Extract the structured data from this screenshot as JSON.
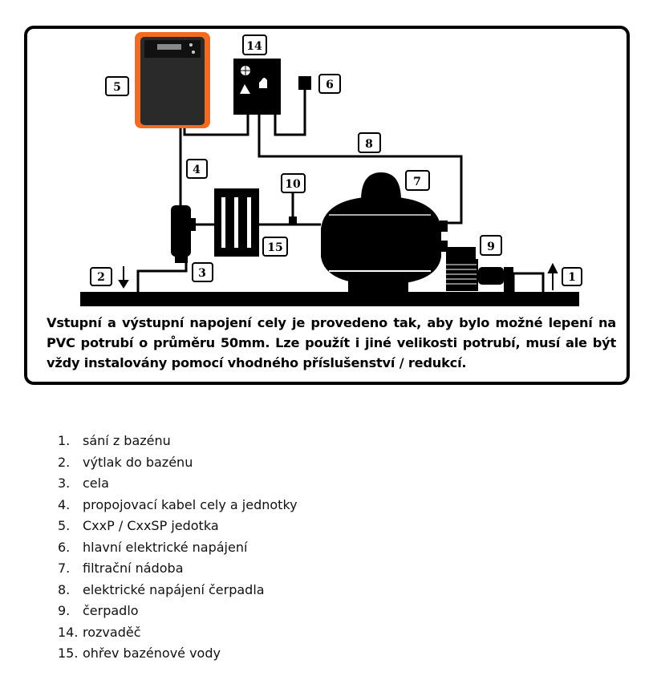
{
  "diagram": {
    "labels": {
      "l1": "1",
      "l2": "2",
      "l3": "3",
      "l4": "4",
      "l5": "5",
      "l6": "6",
      "l7": "7",
      "l8": "8",
      "l9": "9",
      "l10": "10",
      "l14": "14",
      "l15": "15"
    },
    "colors": {
      "unit_orange": "#f26b21",
      "unit_dark": "#2a2a2a",
      "line": "#000000"
    }
  },
  "caption": "Vstupní a výstupní napojení cely je provedeno tak, aby bylo možné lepení na PVC potrubí o průměru 50mm. Lze použít i jiné velikosti potrubí, musí ale být vždy instalovány pomocí vhodného příslušenství / redukcí.",
  "legend": [
    {
      "num": "1.",
      "text": "sání z bazénu"
    },
    {
      "num": "2.",
      "text": "výtlak do bazénu"
    },
    {
      "num": "3.",
      "text": "cela"
    },
    {
      "num": "4.",
      "text": "propojovací kabel cely a jednotky"
    },
    {
      "num": "5.",
      "text": "CxxP / CxxSP jedotka"
    },
    {
      "num": "6.",
      "text": "hlavní elektrické napájení"
    },
    {
      "num": "7.",
      "text": "filtrační nádoba"
    },
    {
      "num": "8.",
      "text": "elektrické napájení čerpadla"
    },
    {
      "num": "9.",
      "text": "čerpadlo"
    },
    {
      "num": "14.",
      "text": "rozvaděč"
    },
    {
      "num": "15.",
      "text": "ohřev bazénové vody"
    }
  ]
}
